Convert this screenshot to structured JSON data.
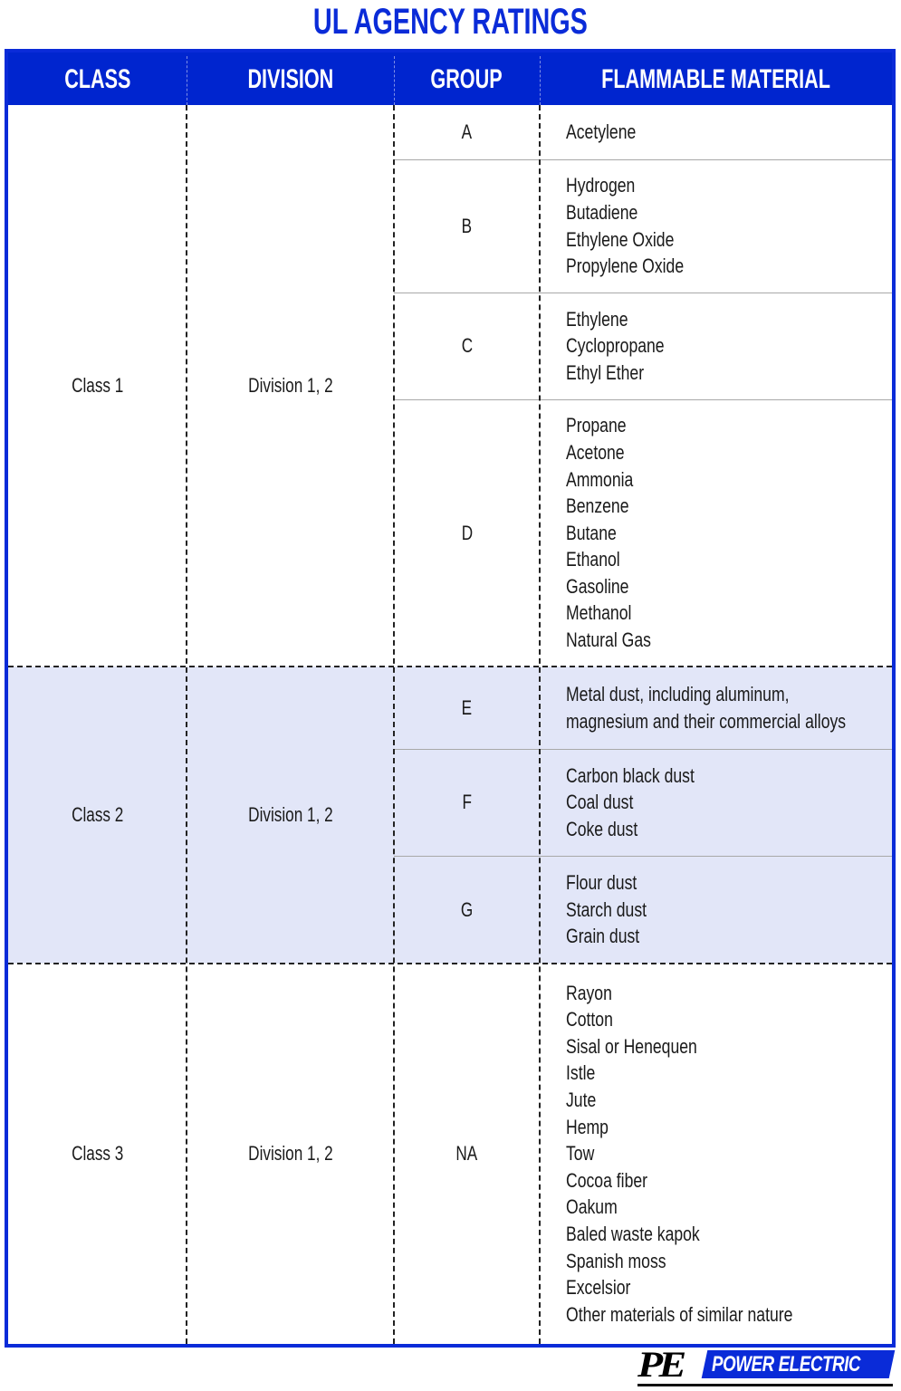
{
  "title": "UL AGENCY RATINGS",
  "colors": {
    "brand_blue": "#0025cf",
    "border_blue": "#0a2bd8",
    "class2_shade": "#e2e6f8",
    "separator_gray": "#a8a8a8"
  },
  "table": {
    "headers": {
      "class": "CLASS",
      "division": "DIVISION",
      "group": "GROUP",
      "material": "FLAMMABLE MATERIAL"
    },
    "classes": [
      {
        "class": "Class 1",
        "division": "Division 1, 2",
        "groups": [
          {
            "group": "A",
            "materials": [
              "Acetylene"
            ]
          },
          {
            "group": "B",
            "materials": [
              "Hydrogen",
              "Butadiene",
              "Ethylene Oxide",
              "Propylene Oxide"
            ]
          },
          {
            "group": "C",
            "materials": [
              "Ethylene",
              "Cyclopropane",
              "Ethyl Ether"
            ]
          },
          {
            "group": "D",
            "materials": [
              "Propane",
              "Acetone",
              "Ammonia",
              "Benzene",
              "Butane",
              "Ethanol",
              "Gasoline",
              "Methanol",
              "Natural Gas"
            ]
          }
        ]
      },
      {
        "class": "Class 2",
        "division": "Division 1, 2",
        "groups": [
          {
            "group": "E",
            "materials": [
              "Metal dust, including aluminum,",
              "magnesium and their commercial alloys"
            ]
          },
          {
            "group": "F",
            "materials": [
              "Carbon black dust",
              "Coal dust",
              "Coke dust"
            ]
          },
          {
            "group": "G",
            "materials": [
              "Flour dust",
              "Starch dust",
              "Grain dust"
            ]
          }
        ]
      },
      {
        "class": "Class 3",
        "division": "Division 1, 2",
        "groups": [
          {
            "group": "NA",
            "materials": [
              "Rayon",
              "Cotton",
              "Sisal or Henequen",
              "Istle",
              "Jute",
              "Hemp",
              "Tow",
              "Cocoa fiber",
              "Oakum",
              "Baled waste kapok",
              "Spanish moss",
              "Excelsior",
              "Other materials of similar nature"
            ]
          }
        ]
      }
    ]
  },
  "logo": {
    "mark": "PE",
    "wordmark": "POWER ELECTRIC"
  }
}
